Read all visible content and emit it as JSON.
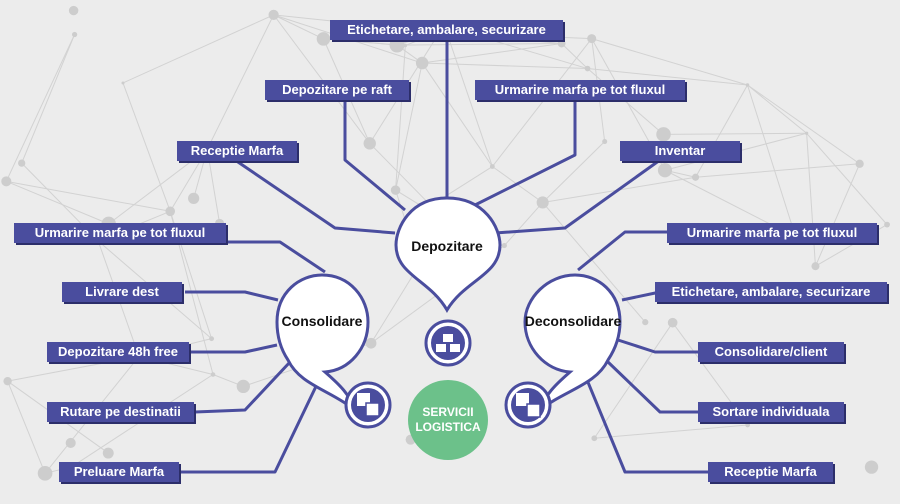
{
  "colors": {
    "background": "#ececec",
    "node_line": "#4a4d9e",
    "tag_fill": "#4a4d9e",
    "tag_text": "#ffffff",
    "center_fill": "#6cc18a",
    "network": "#c9c9c9"
  },
  "center": {
    "line1": "SERVICII",
    "line2": "LOGISTICA"
  },
  "hubs": {
    "depozitare": {
      "label": "Depozitare",
      "icon": "pallet-boxes-icon"
    },
    "consolidare": {
      "label": "Consolidare",
      "icon": "boxes-merge-icon"
    },
    "deconsolidare": {
      "label": "Deconsolidare",
      "icon": "boxes-split-icon"
    }
  },
  "tags": {
    "depozitare": [
      "Etichetare, ambalare, securizare",
      "Depozitare pe raft",
      "Urmarire marfa pe tot fluxul",
      "Receptie Marfa",
      "Inventar"
    ],
    "consolidare": [
      "Urmarire marfa pe tot fluxul",
      "Livrare dest",
      "Depozitare 48h free",
      "Rutare pe destinatii",
      "Preluare Marfa"
    ],
    "deconsolidare": [
      "Urmarire marfa pe tot fluxul",
      "Etichetare, ambalare, securizare",
      "Consolidare/client",
      "Sortare individuala",
      "Receptie Marfa"
    ]
  }
}
